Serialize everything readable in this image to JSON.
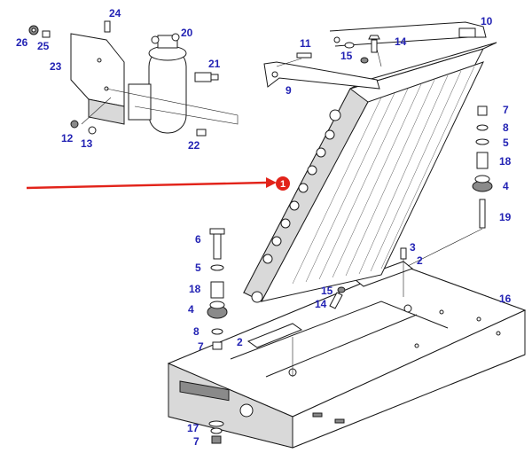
{
  "diagram": {
    "callouts": [
      {
        "id": "c24",
        "text": "24"
      },
      {
        "id": "c20",
        "text": "20"
      },
      {
        "id": "c26",
        "text": "26"
      },
      {
        "id": "c25",
        "text": "25"
      },
      {
        "id": "c23",
        "text": "23"
      },
      {
        "id": "c21",
        "text": "21"
      },
      {
        "id": "c11",
        "text": "11"
      },
      {
        "id": "c10",
        "text": "10"
      },
      {
        "id": "c14a",
        "text": "14"
      },
      {
        "id": "c15a",
        "text": "15"
      },
      {
        "id": "c9",
        "text": "9"
      },
      {
        "id": "c12",
        "text": "12"
      },
      {
        "id": "c13",
        "text": "13"
      },
      {
        "id": "c22",
        "text": "22"
      },
      {
        "id": "c7a",
        "text": "7"
      },
      {
        "id": "c8a",
        "text": "8"
      },
      {
        "id": "c5a",
        "text": "5"
      },
      {
        "id": "c18a",
        "text": "18"
      },
      {
        "id": "c4a",
        "text": "4"
      },
      {
        "id": "c19",
        "text": "19"
      },
      {
        "id": "c6",
        "text": "6"
      },
      {
        "id": "c5b",
        "text": "5"
      },
      {
        "id": "c18b",
        "text": "18"
      },
      {
        "id": "c4b",
        "text": "4"
      },
      {
        "id": "c8b",
        "text": "8"
      },
      {
        "id": "c7b",
        "text": "7"
      },
      {
        "id": "c3",
        "text": "3"
      },
      {
        "id": "c2a",
        "text": "2"
      },
      {
        "id": "c15b",
        "text": "15"
      },
      {
        "id": "c14b",
        "text": "14"
      },
      {
        "id": "c16",
        "text": "16"
      },
      {
        "id": "c2b",
        "text": "2"
      },
      {
        "id": "c17",
        "text": "17"
      },
      {
        "id": "c7c",
        "text": "7"
      }
    ],
    "marker": {
      "text": "1",
      "color": "#e2231a"
    },
    "colors": {
      "callout": "#2323b4",
      "arrow": "#e2231a",
      "line": "#1a1a1a"
    }
  }
}
